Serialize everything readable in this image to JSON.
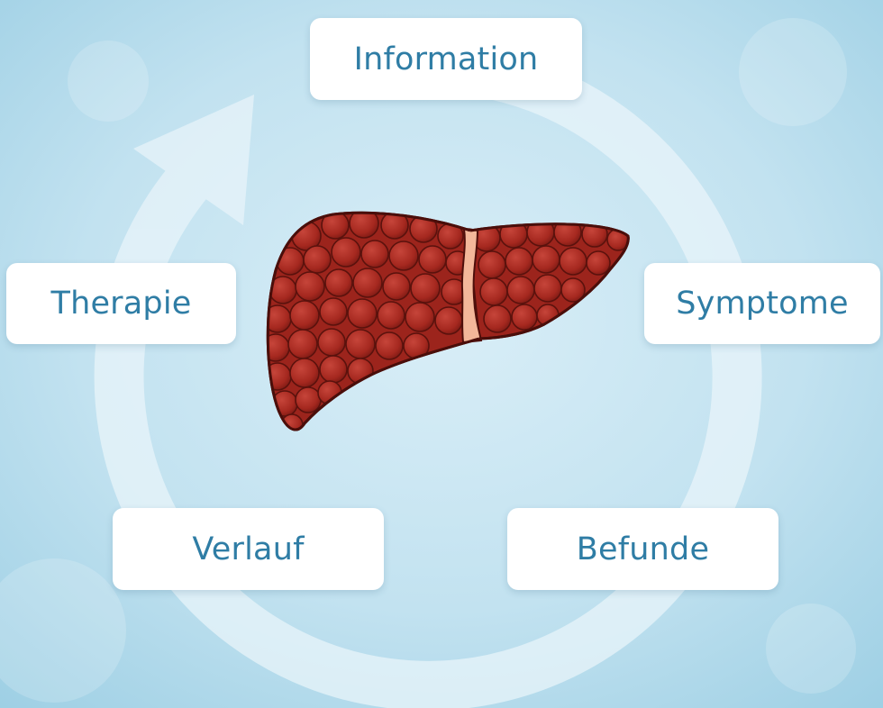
{
  "cycle": {
    "steps": [
      {
        "id": "information",
        "label": "Information"
      },
      {
        "id": "symptome",
        "label": "Symptome"
      },
      {
        "id": "befunde",
        "label": "Befunde"
      },
      {
        "id": "verlauf",
        "label": "Verlauf"
      },
      {
        "id": "therapie",
        "label": "Therapie"
      }
    ],
    "direction": "clockwise"
  },
  "center_image": {
    "icon": "liver-illustration"
  },
  "colors": {
    "background_light": "#d8ecf5",
    "background_dark": "#9ccde3",
    "ring": "#e6f3f9",
    "box_fill": "#ffffff",
    "label_text": "#2f7da5",
    "liver_fill": "#a5281f",
    "liver_light": "#c6453a",
    "liver_dark": "#6a1410",
    "ligament": "#f3b79a"
  }
}
